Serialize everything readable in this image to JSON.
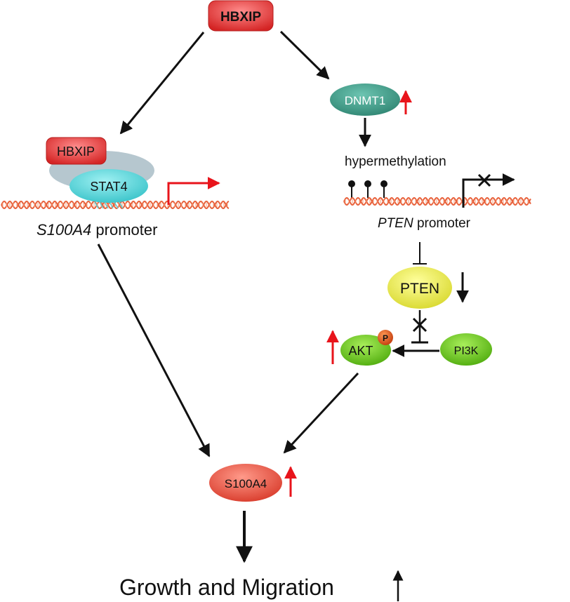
{
  "nodes": {
    "hbxip_top": "HBXIP",
    "dnmt1": "DNMT1",
    "hbxip_complex": "HBXIP",
    "stat4": "STAT4",
    "hypermethylation": "hypermethylation",
    "s100a4_promoter_gene": "S100A4",
    "s100a4_promoter_word": " promoter",
    "pten_promoter_gene": "PTEN",
    "pten_promoter_word": " promoter",
    "pten": "PTEN",
    "phospho": "P",
    "akt": "AKT",
    "pi3k": "PI3K",
    "s100a4": "S100A4",
    "outcome": "Growth and Migration"
  },
  "colors": {
    "up_arrow": "#e8141b",
    "black": "#111111",
    "hbxip_red": "#e23a3a",
    "dnmt1_teal": "#3f9c8a",
    "stat4_cyan": "#56d2d6",
    "pten_yellow": "#eaea4a",
    "akt_green": "#6cc21c",
    "s100a4_red": "#e4503c",
    "dna_red": "#e8603a"
  }
}
